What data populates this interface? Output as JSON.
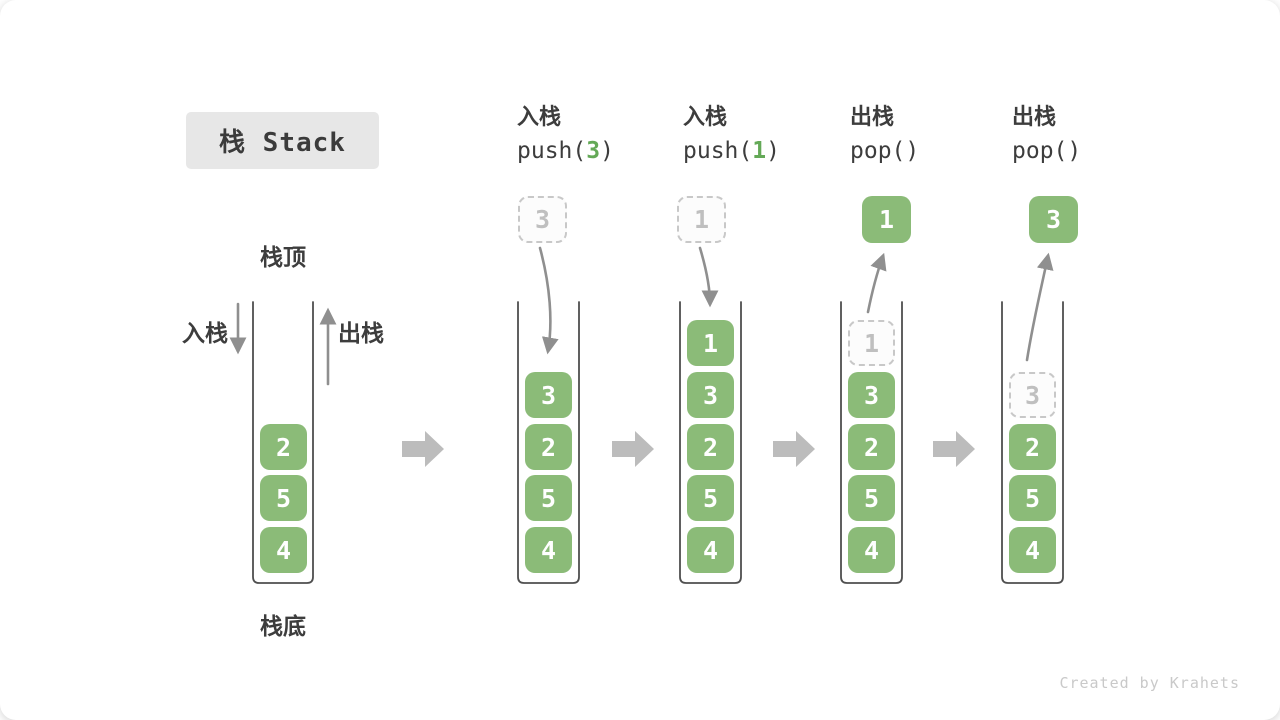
{
  "title": "栈 Stack",
  "legend": {
    "stack_top": "栈顶",
    "stack_bottom": "栈底",
    "push_side": "入栈",
    "pop_side": "出栈"
  },
  "base_stack": {
    "cells": [
      {
        "value": "2"
      },
      {
        "value": "5"
      },
      {
        "value": "4"
      }
    ]
  },
  "stages": [
    {
      "op": "入栈",
      "code_prefix": "push(",
      "code_arg": "3",
      "code_suffix": ")",
      "floating": {
        "value": "3",
        "kind": "dashed"
      },
      "cells": [
        {
          "value": "3"
        },
        {
          "value": "2"
        },
        {
          "value": "5"
        },
        {
          "value": "4"
        }
      ]
    },
    {
      "op": "入栈",
      "code_prefix": "push(",
      "code_arg": "1",
      "code_suffix": ")",
      "floating": {
        "value": "1",
        "kind": "dashed"
      },
      "cells": [
        {
          "value": "1"
        },
        {
          "value": "3"
        },
        {
          "value": "2"
        },
        {
          "value": "5"
        },
        {
          "value": "4"
        }
      ]
    },
    {
      "op": "出栈",
      "code_prefix": "pop()",
      "code_arg": "",
      "code_suffix": "",
      "floating": {
        "value": "1",
        "kind": "solid"
      },
      "ghost": {
        "value": "1"
      },
      "cells": [
        {
          "value": "3"
        },
        {
          "value": "2"
        },
        {
          "value": "5"
        },
        {
          "value": "4"
        }
      ]
    },
    {
      "op": "出栈",
      "code_prefix": "pop()",
      "code_arg": "",
      "code_suffix": "",
      "floating": {
        "value": "3",
        "kind": "solid"
      },
      "ghost": {
        "value": "3"
      },
      "cells": [
        {
          "value": "2"
        },
        {
          "value": "5"
        },
        {
          "value": "4"
        }
      ]
    }
  ],
  "footer": "Created by Krahets",
  "colors": {
    "element_green": "#8bbb78",
    "code_arg_green": "#64a957",
    "arrow_gray": "#8f8f8f",
    "chevron_gray": "#bcbcbc",
    "dashed_border": "#c8c8c8",
    "title_bg": "#e7e7e7",
    "text_dark": "#3d3d3d",
    "wall_stroke": "#4f4f4f",
    "footer_gray": "#c9c9c9"
  }
}
